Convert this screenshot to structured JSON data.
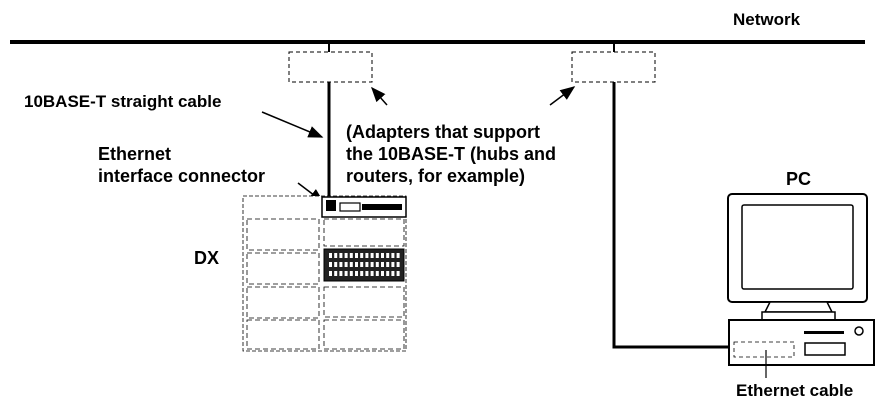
{
  "labels": {
    "network": "Network",
    "cable": "10BASE-T straight cable",
    "adapters_line1": "(Adapters that support",
    "adapters_line2": "the 10BASE-T (hubs and",
    "adapters_line3": "routers, for example)",
    "ethernet_line1": "Ethernet",
    "ethernet_line2": "interface connector",
    "dx": "DX",
    "pc": "PC",
    "ethernet_cable": "Ethernet cable"
  },
  "colors": {
    "line": "#000000",
    "background": "#ffffff"
  }
}
